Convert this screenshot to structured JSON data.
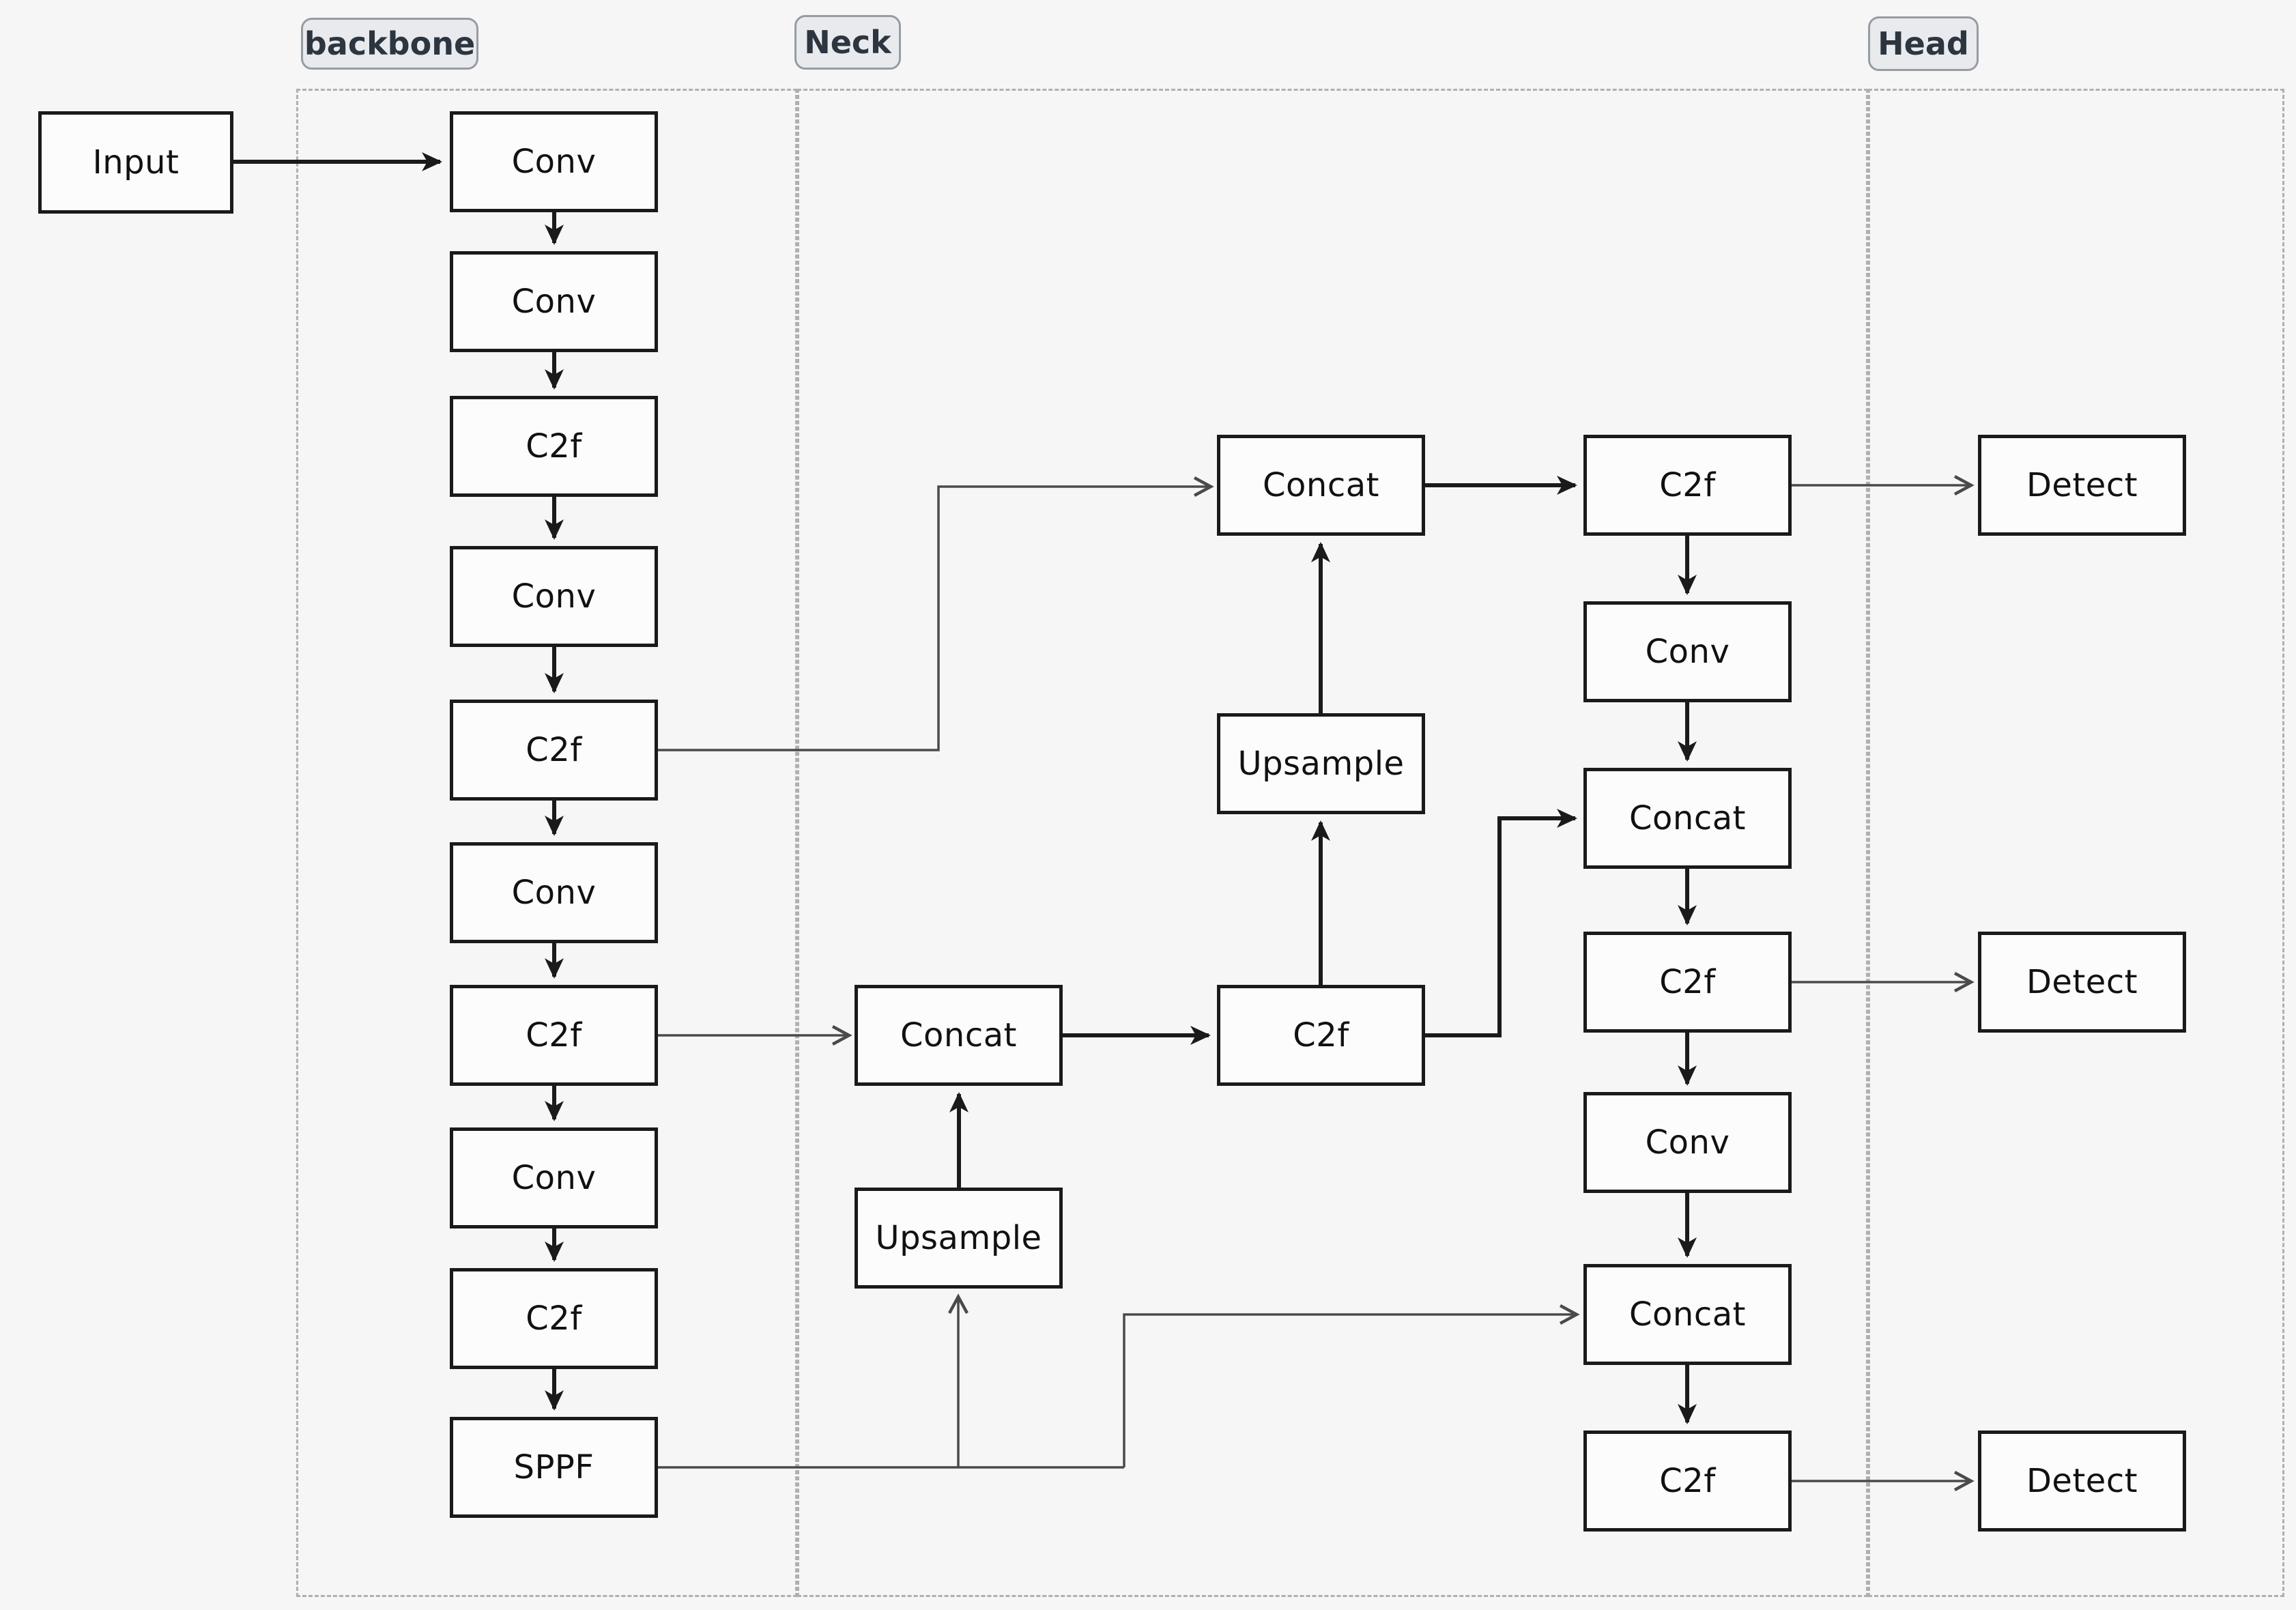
{
  "diagram": {
    "region_labels": {
      "backbone": "backbone",
      "neck": "Neck",
      "head": "Head"
    },
    "nodes": {
      "input": "Input",
      "backbone": [
        "Conv",
        "Conv",
        "C2f",
        "Conv",
        "C2f",
        "Conv",
        "C2f",
        "Conv",
        "C2f",
        "SPPF"
      ],
      "neck": {
        "concat_mid": "Concat",
        "upsample_mid": "Upsample",
        "c2f_mid": "C2f",
        "upsample_top": "Upsample",
        "concat_top": "Concat"
      },
      "head_column": [
        "C2f",
        "Conv",
        "Concat",
        "C2f",
        "Conv",
        "Concat",
        "C2f"
      ],
      "detect": [
        "Detect",
        "Detect",
        "Detect"
      ]
    },
    "colors": {
      "canvas_bg": "#f6f6f6",
      "box_bg": "#fcfcfc",
      "box_border": "#1a1a1a",
      "thick_edge": "#1a1a1a",
      "thin_edge": "#4a4a4a",
      "region_border": "#b0b0b0",
      "pill_bg": "#e8eaed",
      "pill_border": "#979ca3",
      "pill_text": "#2c3540"
    }
  }
}
